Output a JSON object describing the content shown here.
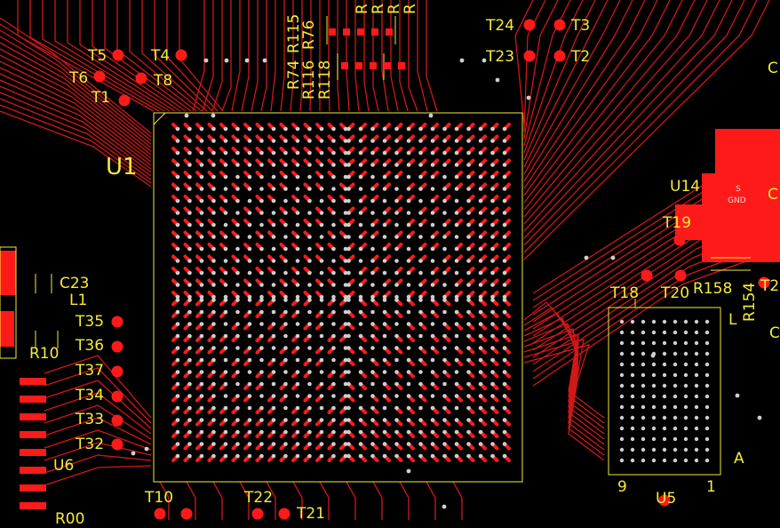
{
  "board": {
    "background": "#000000",
    "trace_color": "#d01818",
    "copper_color": "#ff1a1a",
    "via_color": "#cfcfcf",
    "silkscreen_color": "#f2ec3a"
  },
  "designators": {
    "u1": "U1",
    "u5": "U5",
    "u6": "U6",
    "u14": "U14",
    "l1": "L1",
    "c23": "C23",
    "r10": "R10",
    "r158": "R158",
    "r154": "R154",
    "r74": "R74",
    "r115": "R115",
    "r116": "R116",
    "r76": "R76",
    "r118": "R118",
    "r_cut_1": "R",
    "r_cut_2": "R",
    "r_cut_3": "R",
    "r_cut_4": "R",
    "r_cut_bottom": "R00",
    "c_cut_1": "C",
    "c_cut_2": "C",
    "c_cut_3": "C",
    "t_cut": "T2",
    "l_cut": "L",
    "pin_a": "A",
    "pin_1": "1",
    "pin_9": "9",
    "s_label": "S",
    "gnd_label": "GND"
  },
  "test_points": {
    "t1": "T1",
    "t2": "T2",
    "t3": "T3",
    "t4": "T4",
    "t5": "T5",
    "t6": "T6",
    "t8": "T8",
    "t10": "T10",
    "t18": "T18",
    "t19": "T19",
    "t20": "T20",
    "t21": "T21",
    "t22": "T22",
    "t23": "T23",
    "t24": "T24",
    "t32": "T32",
    "t33": "T33",
    "t34": "T34",
    "t35": "T35",
    "t36": "T36",
    "t37": "T37"
  }
}
